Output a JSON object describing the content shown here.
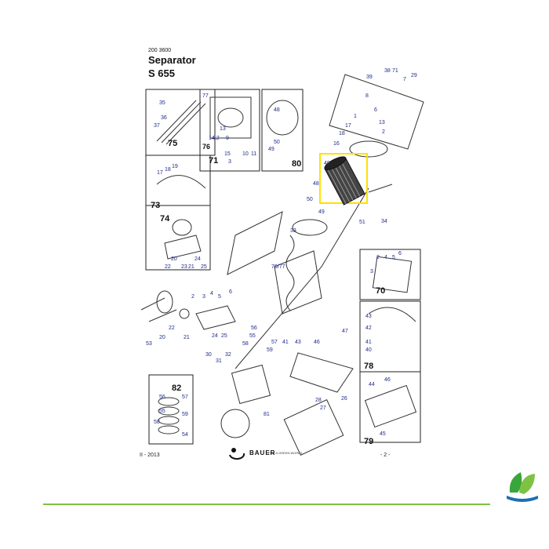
{
  "document": {
    "number": "200 3600",
    "title_line1": "Separator",
    "title_line2": "S 655",
    "date": "II - 2013",
    "page": "- 2 -",
    "brand": "BAUER",
    "tagline": "FOR A GREEN WORLD"
  },
  "callouts": [
    "35",
    "37",
    "36",
    "77",
    "75",
    "76",
    "48",
    "49",
    "50",
    "80",
    "14",
    "12",
    "13",
    "9",
    "15",
    "3",
    "10",
    "11",
    "71",
    "17",
    "18",
    "19",
    "73",
    "74",
    "22",
    "20",
    "23",
    "21",
    "24",
    "25",
    "39",
    "38",
    "71",
    "7",
    "29",
    "8",
    "6",
    "13",
    "2",
    "1",
    "17",
    "18",
    "16",
    "40",
    "48",
    "50",
    "49",
    "51",
    "34",
    "33",
    "76/77",
    "78",
    "79",
    "3",
    "2",
    "4",
    "5",
    "6",
    "70",
    "43",
    "42",
    "41",
    "40",
    "44",
    "46",
    "45",
    "53",
    "20",
    "21",
    "22",
    "2",
    "3",
    "4",
    "5",
    "6",
    "24",
    "25",
    "58",
    "55",
    "56",
    "59",
    "57",
    "41",
    "43",
    "46",
    "47",
    "30",
    "31",
    "32",
    "56",
    "82",
    "57",
    "54",
    "55",
    "58",
    "59",
    "81",
    "28",
    "27",
    "26"
  ],
  "colors": {
    "highlight": "#ffe000",
    "callout": "#1f2a8a",
    "accent_line": "#7dc243",
    "logo_blue": "#1c6fb5",
    "logo_green": "#3aa53a"
  }
}
